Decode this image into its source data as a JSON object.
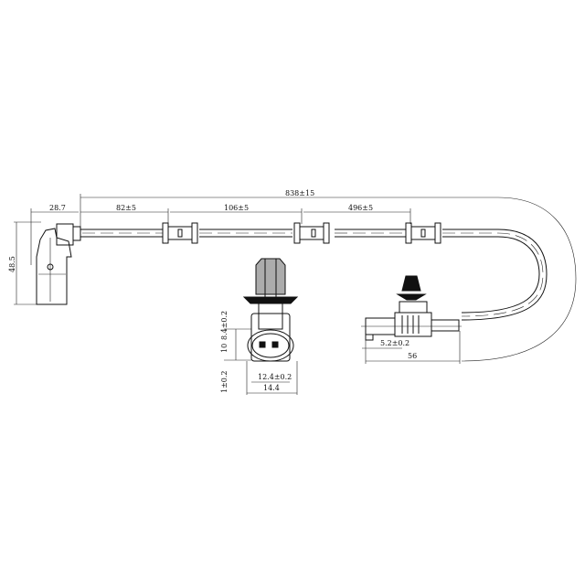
{
  "drawing": {
    "dimensions": {
      "total_length": "838±15",
      "left_offset": "28.7",
      "left_height": "48.5",
      "segment_1": "82±5",
      "segment_2": "106±5",
      "segment_3": "496±5",
      "connector_top": "8.4±0.2",
      "connector_height": "10",
      "connector_inner_width": "12.4±0.2",
      "connector_outer_width": "14.4",
      "connector_bottom": "1±0.2",
      "sensor_pin": "5.2±0.2",
      "sensor_length": "56"
    },
    "line_color": "#111111",
    "background": "#ffffff"
  }
}
